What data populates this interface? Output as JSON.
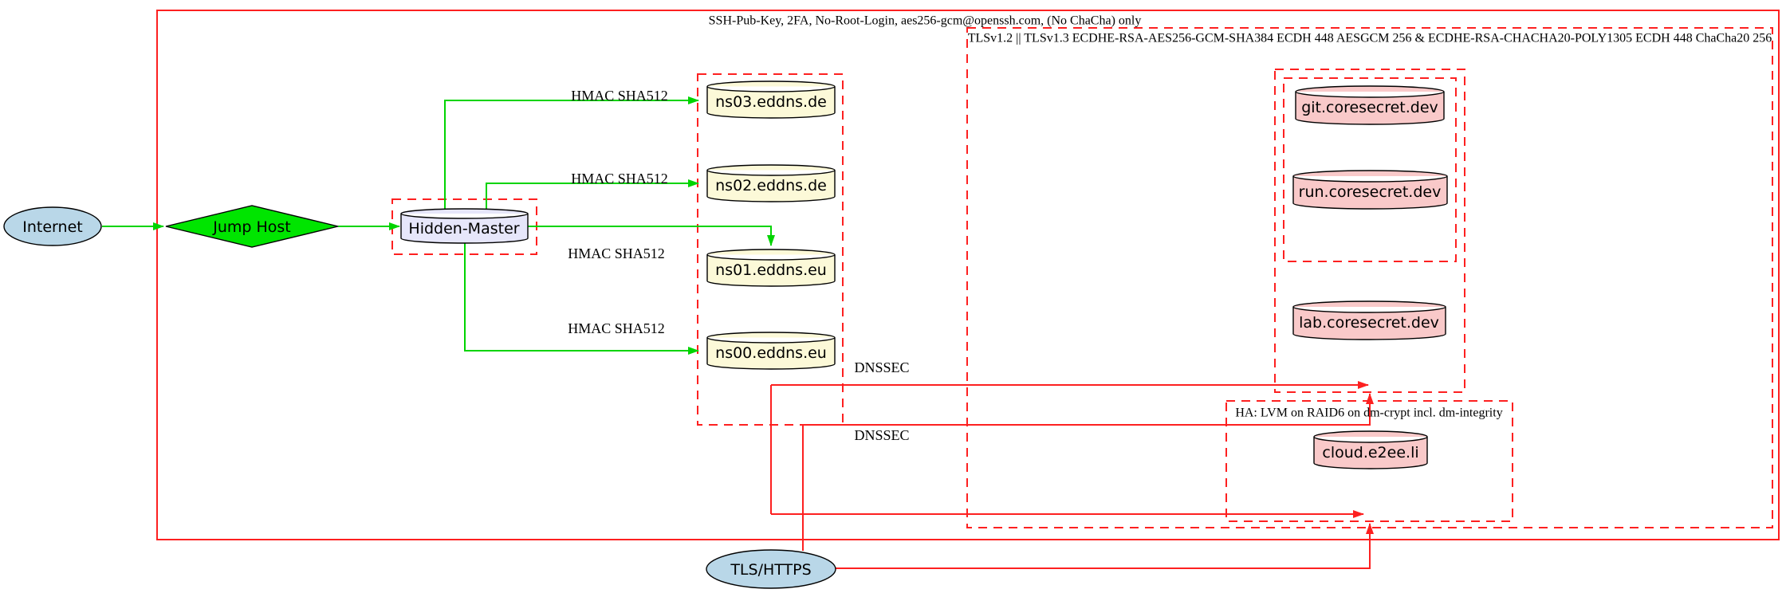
{
  "diagram": {
    "clusters": {
      "ssh": {
        "label": "SSH-Pub-Key, 2FA, No-Root-Login, aes256-gcm@openssh.com, (No ChaCha) only"
      },
      "tls": {
        "label": "TLSv1.2 || TLSv1.3 ECDHE-RSA-AES256-GCM-SHA384 ECDH 448 AESGCM 256 & ECDHE-RSA-CHACHA20-POLY1305 ECDH 448 ChaCha20 256"
      },
      "ha": {
        "label": "HA: LVM on RAID6 on dm-crypt incl. dm-integrity"
      }
    },
    "nodes": {
      "internet": {
        "label": "Internet"
      },
      "jump_host": {
        "label": "Jump Host"
      },
      "hidden_master": {
        "label": "Hidden-Master"
      },
      "ns03": {
        "label": "ns03.eddns.de"
      },
      "ns02": {
        "label": "ns02.eddns.de"
      },
      "ns01": {
        "label": "ns01.eddns.eu"
      },
      "ns00": {
        "label": "ns00.eddns.eu"
      },
      "git": {
        "label": "git.coresecret.dev"
      },
      "run": {
        "label": "run.coresecret.dev"
      },
      "lab": {
        "label": "lab.coresecret.dev"
      },
      "cloud": {
        "label": "cloud.e2ee.li"
      },
      "tls_https": {
        "label": "TLS/HTTPS"
      }
    },
    "edge_labels": {
      "hmac": "HMAC SHA512",
      "dnssec": "DNSSEC"
    },
    "colors": {
      "green_edge": "#00d400",
      "red": "#fd2020",
      "node_blue": "#b9d7e8",
      "node_green": "#00e500",
      "node_lavender": "#e6e6fa",
      "node_yellow": "#fcf9d8",
      "node_pink": "#f9c9c9",
      "border": "#000000"
    }
  }
}
